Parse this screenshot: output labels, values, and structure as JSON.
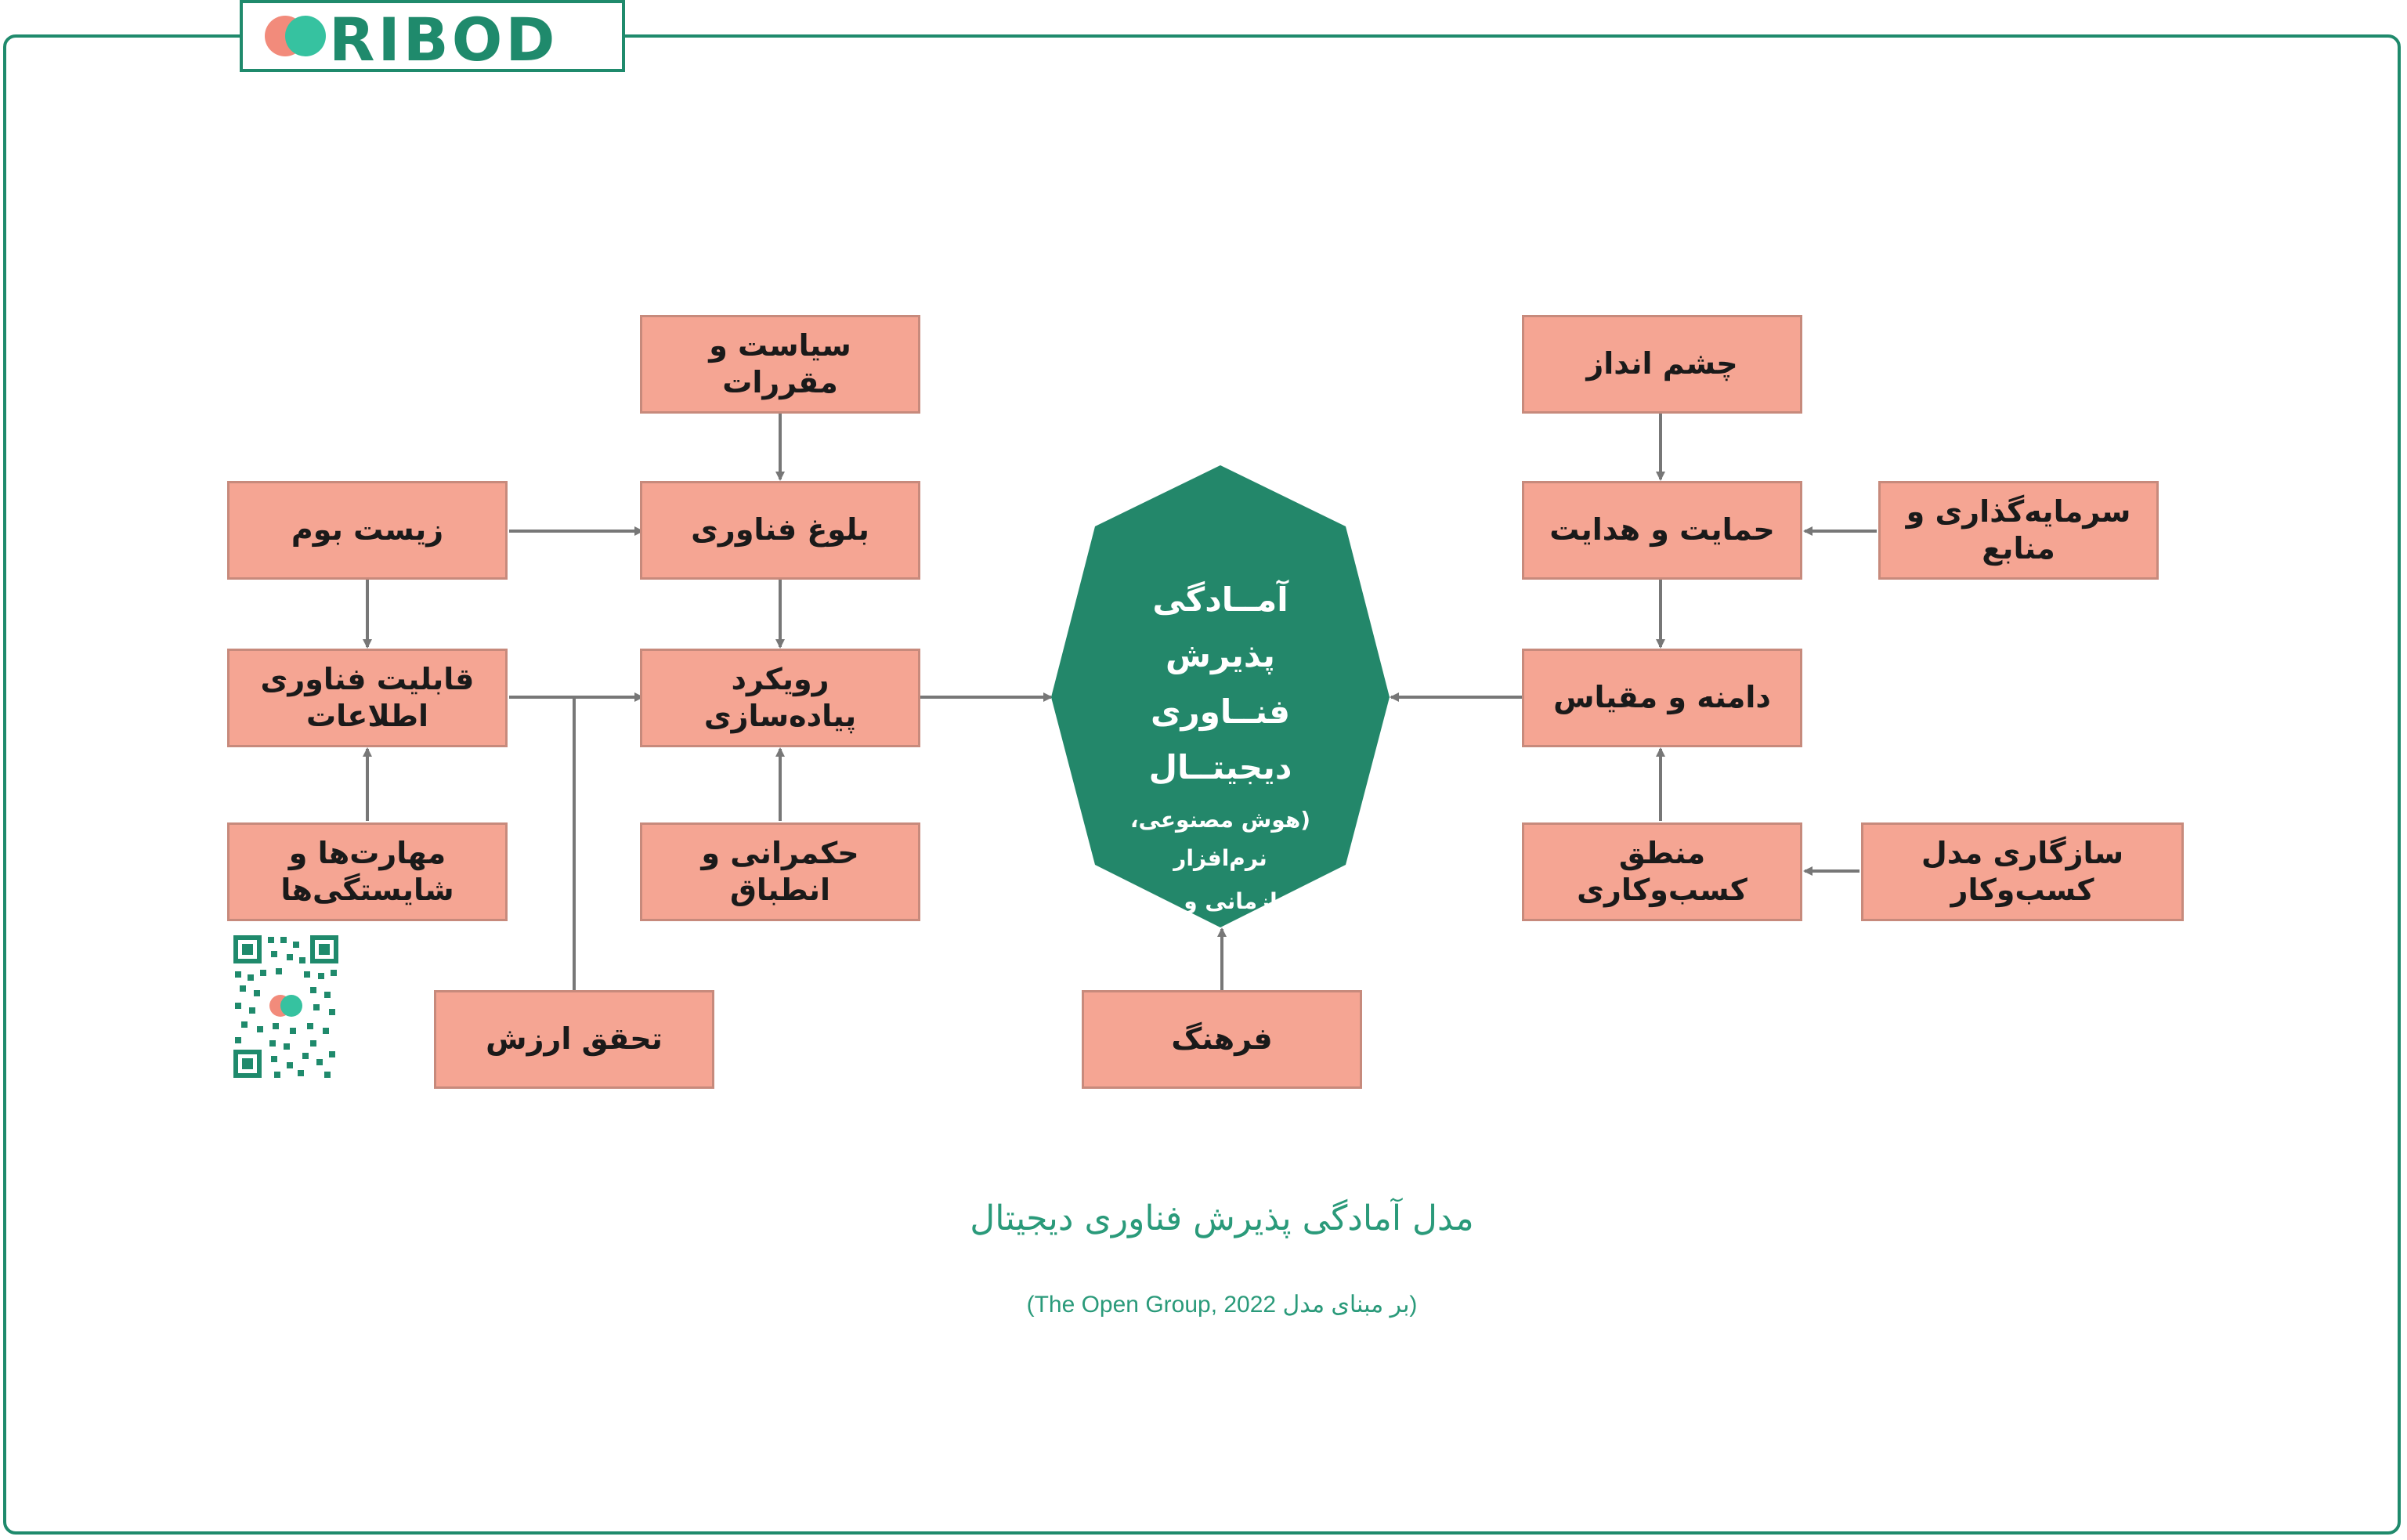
{
  "brand": {
    "logo_text": "RIBOD"
  },
  "boxes": {
    "policy": "سیاست و مقررات",
    "maturity": "بلوغ فناوری",
    "ecosystem": "زیست بوم",
    "approach": "رویکرد پیاده‌سازی",
    "it_capability": "قابلیت فناوری اطلاعات",
    "governance": "حکمرانی و انطباق",
    "skills": "مهارت‌ها و شایستگی‌ها",
    "value": "تحقق ارزش",
    "culture": "فرهنگ",
    "vision": "چشم انداز",
    "support": "حمایت و هدایت",
    "investment": "سرمایه‌گذاری و منابع",
    "scope": "دامنه و مقیاس",
    "business_logic": "منطق کسب‌وکاری",
    "business_fit": "سازگاری مدل کسب‌وکار"
  },
  "center": {
    "title_line1": "آمــادگی پذیرش",
    "title_line2": "فنــاوری دیجیتــال",
    "subtitle_line1": "(هوش مصنوعی، نرم‌افزار",
    "subtitle_line2": "سازمانی و ...)"
  },
  "caption": {
    "title": "مدل آمادگی پذیرش فناوری دیجیتال",
    "source": "(بر مبنای مدل The Open Group, 2022)"
  },
  "colors": {
    "brand_green": "#1f8a6c",
    "box_fill": "#f5a593",
    "center_fill": "#23876a",
    "caption": "#2a9a7a"
  }
}
